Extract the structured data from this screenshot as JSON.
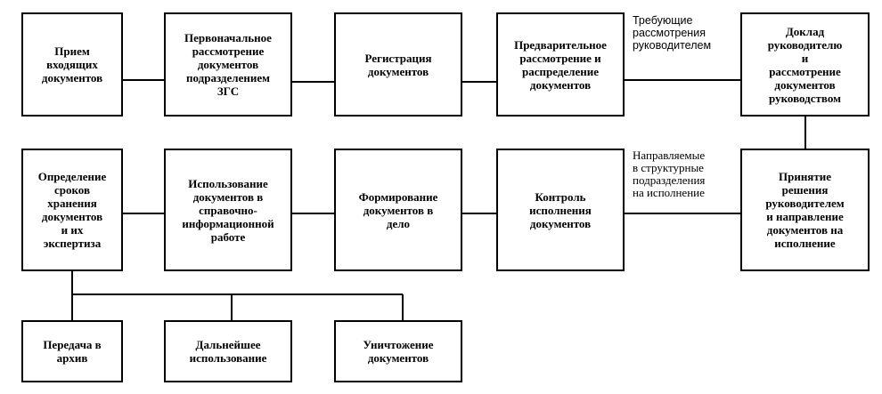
{
  "boxes": {
    "receive": "Прием\nвходящих\nдокументов",
    "initial_review": "Первоначальное\nрассмотрение\nдокументов\nподразделением\nЗГС",
    "registration": "Регистрация\nдокументов",
    "preliminary": "Предварительное\nрассмотрение и\nраспределение\nдокументов",
    "report": "Доклад\nруководителю\nи\nрассмотрение\nдокументов\nруководством",
    "decision": "Принятие\nрешения\nруководителем\nи направление\nдокументов на\nисполнение",
    "control": "Контроль\nисполнения\nдокументов",
    "case_forming": "Формирование\nдокументов в\nдело",
    "usage": "Использование\nдокументов в\nсправочно-\nинформационной\nработе",
    "storage": "Определение\nсроков\nхранения\nдокументов\nи их\nэкспертиза",
    "archive": "Передача в\nархив",
    "further_use": "Дальнейшее\nиспользование",
    "destruction": "Уничтожение\nдокументов"
  },
  "notes": {
    "requiring_review": "Требующие\nрассмотрения\nруководителем",
    "sent_to_units": "Направляемые\nв структурные\nподразделения\nна исполнение"
  }
}
